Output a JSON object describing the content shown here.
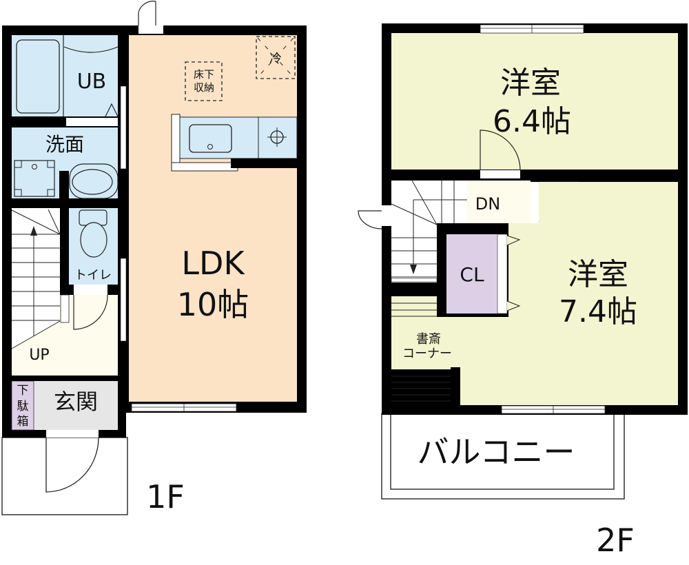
{
  "floor1": {
    "label": "1F",
    "rooms": {
      "bath": {
        "label": "UB"
      },
      "washroom": {
        "label": "洗面"
      },
      "toilet": {
        "label": "トイレ"
      },
      "ldk": {
        "label": "LDK",
        "size": "10帖"
      },
      "underfloor_storage": {
        "line1": "床下",
        "line2": "収納"
      },
      "fridge": {
        "label": "冷"
      },
      "stairs": {
        "label": "UP"
      },
      "entrance": {
        "label": "玄関"
      },
      "shoe_box": {
        "line1": "下",
        "line2": "駄",
        "line3": "箱"
      }
    }
  },
  "floor2": {
    "label": "2F",
    "rooms": {
      "western_room_1": {
        "label": "洋室",
        "size": "6.4帖"
      },
      "western_room_2": {
        "label": "洋室",
        "size": "7.4帖"
      },
      "stairs": {
        "label": "DN"
      },
      "closet": {
        "label": "CL"
      },
      "study_corner": {
        "line1": "書斎",
        "line2": "コーナー"
      },
      "balcony": {
        "label": "バルコニー"
      }
    }
  },
  "colors": {
    "wall": "#000000",
    "wet_area": "#d4eaf7",
    "ldk": "#fce3c6",
    "western_room": "#f3f5d0",
    "hall": "#fefcec",
    "entrance": "#e6e6e6",
    "closet": "#ddd0e6"
  }
}
